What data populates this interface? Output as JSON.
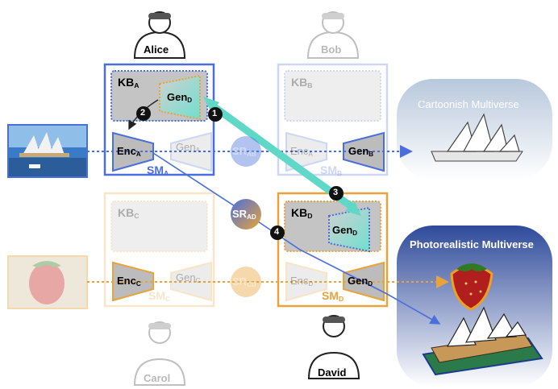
{
  "users": {
    "alice": "Alice",
    "bob": "Bob",
    "carol": "Carol",
    "david": "David"
  },
  "kb": {
    "a": {
      "main": "KB",
      "sub": "A"
    },
    "b": {
      "main": "KB",
      "sub": "B"
    },
    "c": {
      "main": "KB",
      "sub": "C"
    },
    "d": {
      "main": "KB",
      "sub": "D"
    }
  },
  "sm": {
    "a": {
      "main": "SM",
      "sub": "A"
    },
    "b": {
      "main": "SM",
      "sub": "B"
    },
    "c": {
      "main": "SM",
      "sub": "C"
    },
    "d": {
      "main": "SM",
      "sub": "D"
    }
  },
  "enc": {
    "a": {
      "main": "Enc",
      "sub": "A"
    },
    "b": {
      "main": "Enc",
      "sub": "A"
    },
    "c": {
      "main": "Enc",
      "sub": "C"
    },
    "d": {
      "main": "Enc",
      "sub": "D"
    }
  },
  "gen": {
    "a_kb": {
      "main": "Gen",
      "sub": "D"
    },
    "a_side": {
      "main": "Gen",
      "sub": "A"
    },
    "b": {
      "main": "Gen",
      "sub": "B"
    },
    "c": {
      "main": "Gen",
      "sub": "C"
    },
    "d_kb": {
      "main": "Gen",
      "sub": "D"
    },
    "d": {
      "main": "Gen",
      "sub": "D"
    }
  },
  "sr": {
    "ab": {
      "main": "SR",
      "sub": "AB"
    },
    "ad": {
      "main": "SR",
      "sub": "AD"
    },
    "cd": {
      "main": "SR",
      "sub": "CD"
    }
  },
  "steps": [
    "1",
    "2",
    "3",
    "4"
  ],
  "multiverse": {
    "cartoon": "Cartoonish Multiverse",
    "photo": "Photorealistic Multiverse"
  },
  "colors": {
    "blue": "#4a6fdc",
    "orange": "#e8a33a",
    "teal": "#5fd8c8",
    "gray": "#c8c8c8"
  }
}
